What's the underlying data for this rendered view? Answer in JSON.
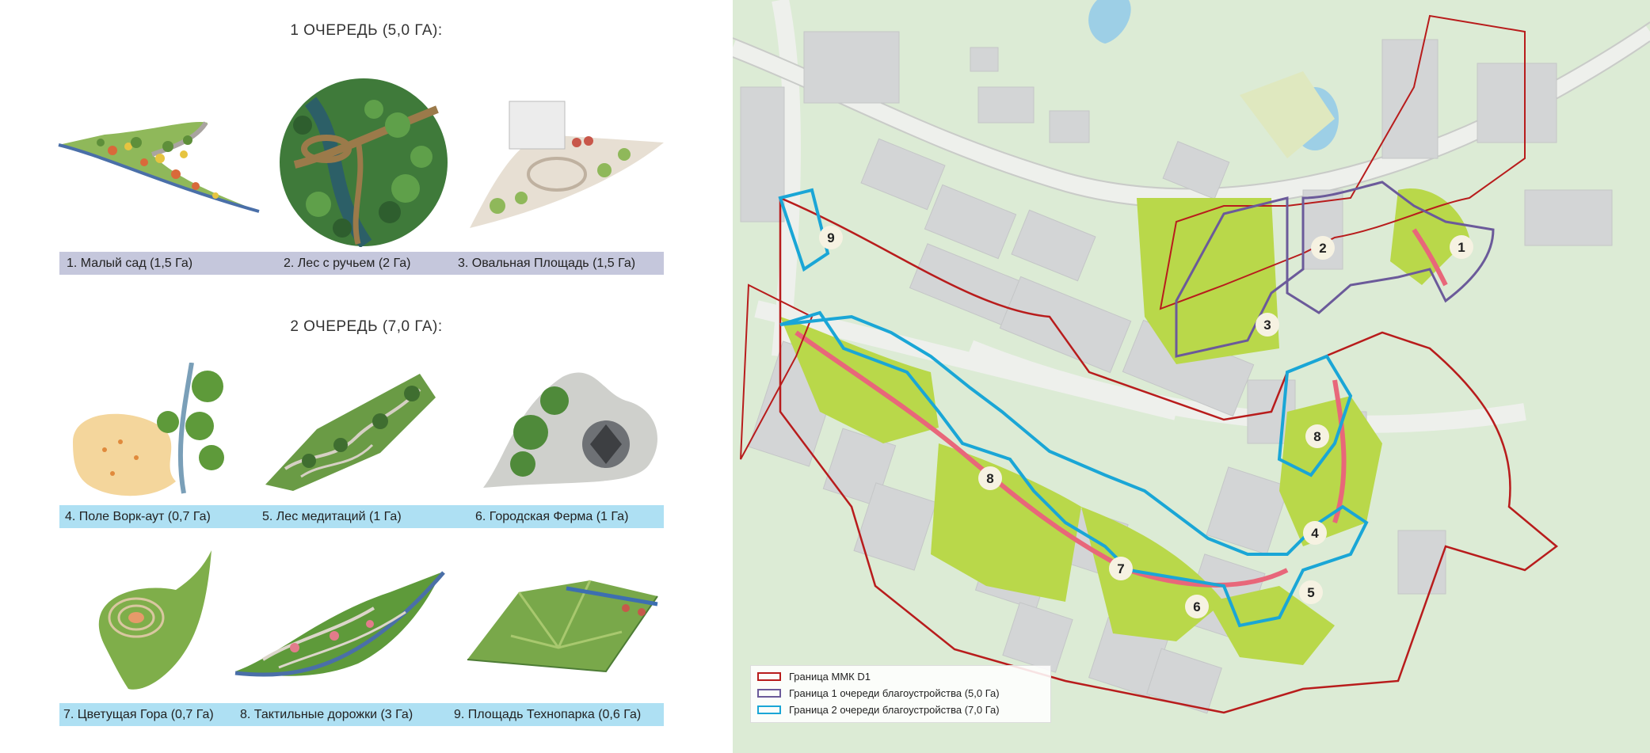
{
  "phase1": {
    "title": "1 ОЧЕРЕДЬ (5,0 ГА):",
    "captions": [
      "1. Малый сад (1,5 Га)",
      "2. Лес с ручьем (2 Га)",
      "3. Овальная Площадь (1,5 Га)"
    ]
  },
  "phase2": {
    "title": "2 ОЧЕРЕДЬ (7,0 ГА):",
    "captions_row1": [
      "4. Поле Ворк-аут (0,7 Га)",
      "5. Лес медитаций (1 Га)",
      "6. Городская Ферма (1 Га)"
    ],
    "captions_row2": [
      "7. Цветущая Гора (0,7 Га)",
      "8. Тактильные дорожки (3 Га)",
      "9. Площадь Технопарка (0,6 Га)"
    ]
  },
  "map": {
    "zone_numbers": [
      "1",
      "2",
      "3",
      "4",
      "5",
      "6",
      "7",
      "8",
      "8",
      "9"
    ],
    "legend": [
      {
        "label": "Граница ММК D1",
        "color": "#b81c1c"
      },
      {
        "label": "Граница 1 очереди благоустройства (5,0 Га)",
        "color": "#6b5a9a"
      },
      {
        "label": "Граница 2 очереди благоустройства (7,0 Га)",
        "color": "#1aa6d6"
      }
    ]
  },
  "colors": {
    "phase1_bar": "#c5c7dc",
    "phase2_bar": "#aee0f3",
    "map_background": "#dcebd5",
    "building": "#d3d5d6",
    "green_area": "#b9d84a"
  }
}
